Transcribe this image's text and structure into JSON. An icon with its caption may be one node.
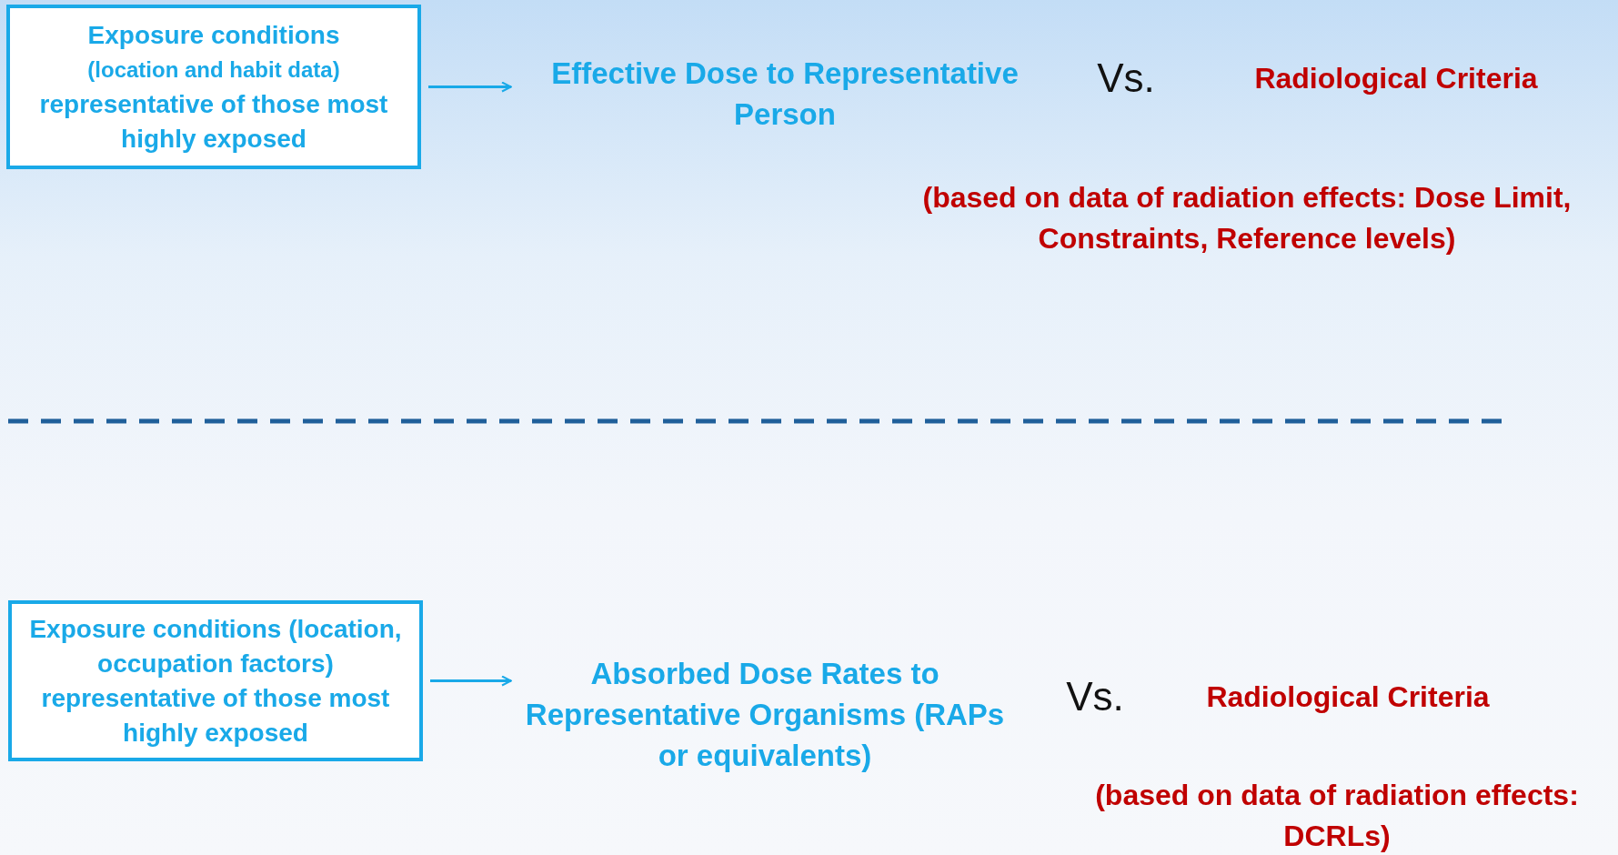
{
  "diagram": {
    "nodes": [
      {
        "text": [
          "Exposure conditions",
          "(location and habit data)",
          "representative of those most highly exposed"
        ]
      },
      {
        "text": [
          "Effective Dose to Representative Person"
        ]
      },
      {
        "text": [
          "Exposure conditions (location, occupation factors) representative of those most highly exposed"
        ]
      },
      {
        "text": [
          "Absorbed Dose Rates to Representative Organisms (RAPs or equivalents)"
        ]
      }
    ],
    "edges": [
      {
        "from": 0,
        "to": 1,
        "arrow": "to"
      },
      {
        "from": 2,
        "to": 3,
        "arrow": "to"
      }
    ],
    "labels": [
      "Vs.",
      "Radiological Criteria",
      "(based on data of radiation effects: Dose Limit, Constraints, Reference levels)",
      "Vs.",
      "Radiological Criteria",
      "(based on data of radiation effects: DCRLs)"
    ]
  }
}
